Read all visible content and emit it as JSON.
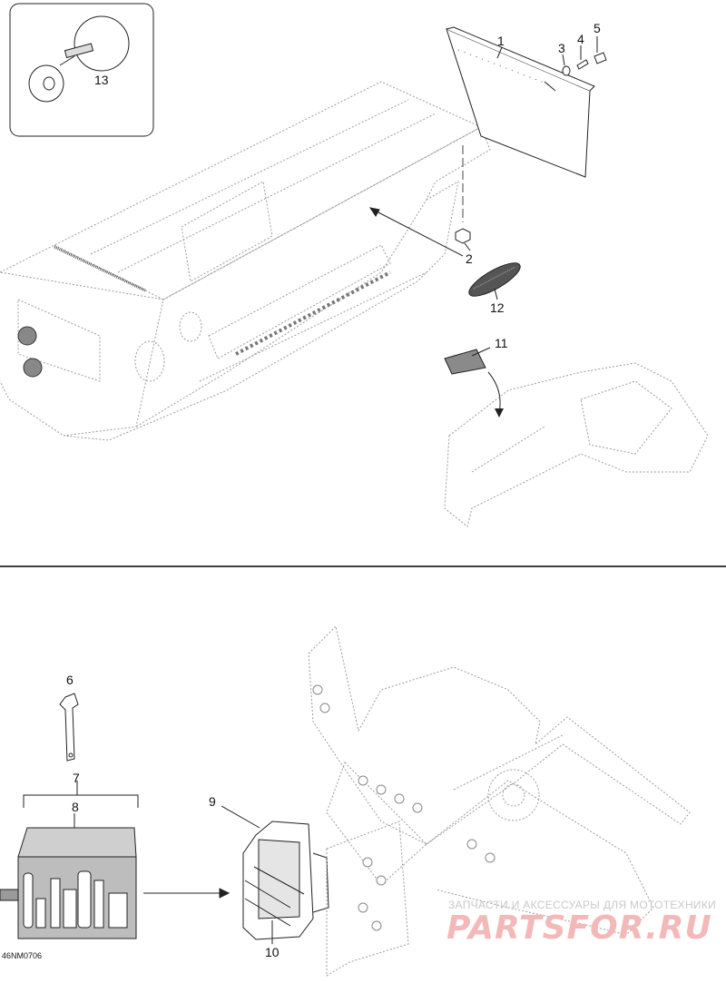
{
  "callouts": {
    "c1": "1",
    "c2": "2",
    "c3": "3",
    "c4": "4",
    "c5": "5",
    "c6": "6",
    "c7": "7",
    "c8": "8",
    "c9": "9",
    "c10": "10",
    "c11": "11",
    "c12": "12",
    "c13": "13"
  },
  "figure_id": "46NM0706",
  "watermark": {
    "tagline": "ЗАПЧАСТИ И АКСЕССУАРЫ ДЛЯ МОТОТЕХНИКИ",
    "logo_text": "PARTSFOR.RU",
    "color": "#f3b9b9"
  },
  "colors": {
    "line": "#222222",
    "dotted": "#9a9a9a",
    "divider": "#000000"
  }
}
